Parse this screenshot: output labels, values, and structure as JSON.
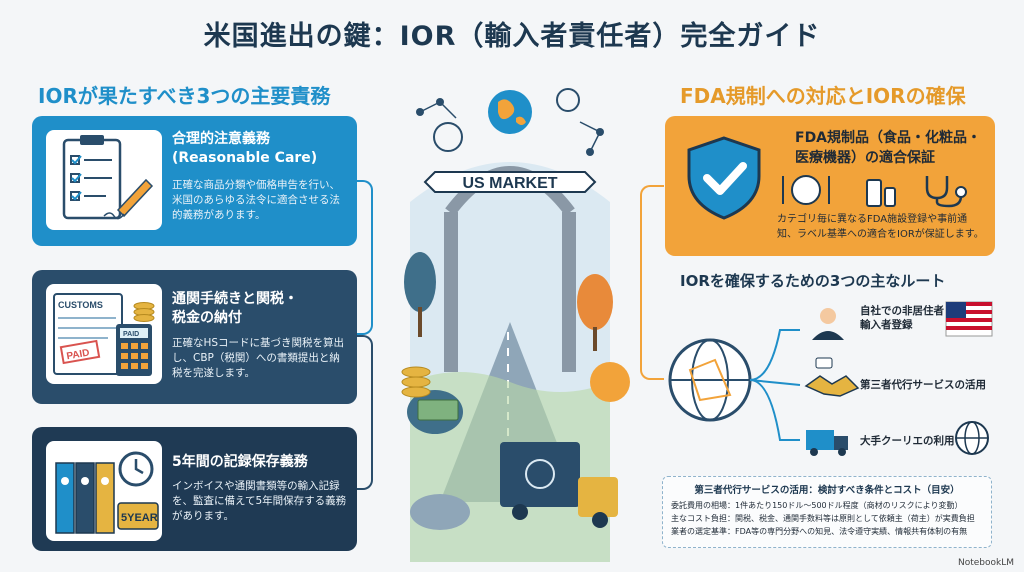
{
  "title": "米国進出の鍵：IOR（輸入者責任者）完全ガイド",
  "left_section": {
    "heading": "IORが果たすべき3つの主要責務",
    "cards": [
      {
        "heading": "合理的注意義務\n(Reasonable Care)",
        "body": "正確な商品分類や価格申告を行い、米国のあらゆる法令に適合させる法的義務があります。",
        "icon": "clipboard-checklist-icon"
      },
      {
        "heading": "通関手続きと関税・\n税金の納付",
        "body": "正確なHSコードに基づき関税を算出し、CBP（税関）への書類提出と納税を完遂します。",
        "icon": "customs-form-calculator-icon",
        "form_label": "CUSTOMS",
        "stamp": "PAID",
        "calc_label": "PAID"
      },
      {
        "heading": "5年間の記録保存義務",
        "body": "インボイスや通関書類等の輸入記録を、監査に備えて5年間保存する義務があります。",
        "icon": "binders-clock-icon",
        "badge": "5YEAR"
      }
    ]
  },
  "center": {
    "arch_label": "US MARKET"
  },
  "right_section": {
    "heading": "FDA規制への対応とIORの確保",
    "fda_card": {
      "heading": "FDA規制品（食品・化粧品・\n医療機器）の適合保証",
      "body": "カテゴリ毎に異なるFDA施設登録や事前通知、ラベル基準への適合をIORが保証します。"
    },
    "routes_heading": "IORを確保するための3つの主なルート",
    "routes": [
      {
        "label": "自社での非居住者\n輸入者登録",
        "icon": "businessman-icon",
        "extra_icon": "us-flag-icon"
      },
      {
        "label": "第三者代行サービスの活用",
        "icon": "handshake-icon"
      },
      {
        "label": "大手クーリエの利用",
        "icon": "delivery-truck-icon",
        "extra_icon": "globe-icon"
      }
    ],
    "cost_box": {
      "title": "第三者代行サービスの活用：検討すべき条件とコスト（目安）",
      "lines": [
        "委託費用の相場：1件あたり150ドル～500ドル程度（商材のリスクにより変動）",
        "主なコスト負担：関税、税金、通関手数料等は原則として依頼主（荷主）が実費負担",
        "業者の選定基準：FDA等の専門分野への知見、法令遵守実績、情報共有体制の有無"
      ]
    }
  },
  "brand": "NotebookLM",
  "colors": {
    "blue": "#1f8fc9",
    "navy": "#1f3a54",
    "orange": "#f2a33a",
    "title": "#1d3850"
  }
}
